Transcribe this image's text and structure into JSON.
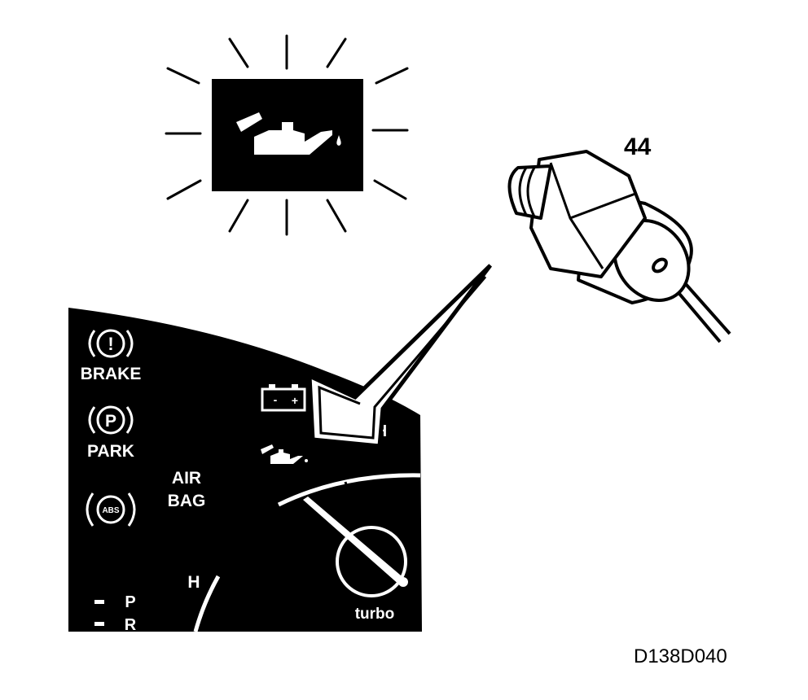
{
  "figure": {
    "part_number": "44",
    "figure_code": "D138D040"
  },
  "panel": {
    "brake_label": "BRAKE",
    "brake_symbol": "!",
    "park_label": "PARK",
    "park_symbol": "P",
    "abs_symbol": "ABS",
    "airbag_line1": "AIR",
    "airbag_line2": "BAG",
    "temp_high_label": "H",
    "gauge_high_label": "H",
    "turbo_label": "turbo",
    "gear_p": "P",
    "gear_r": "R",
    "battery_minus": "-",
    "battery_plus": "+"
  },
  "colors": {
    "panel": "#000000",
    "background": "#ffffff",
    "ink": "#000000"
  },
  "icons": {
    "warning_light": "oil-can-icon",
    "sender": "oil-pressure-sender-icon"
  }
}
